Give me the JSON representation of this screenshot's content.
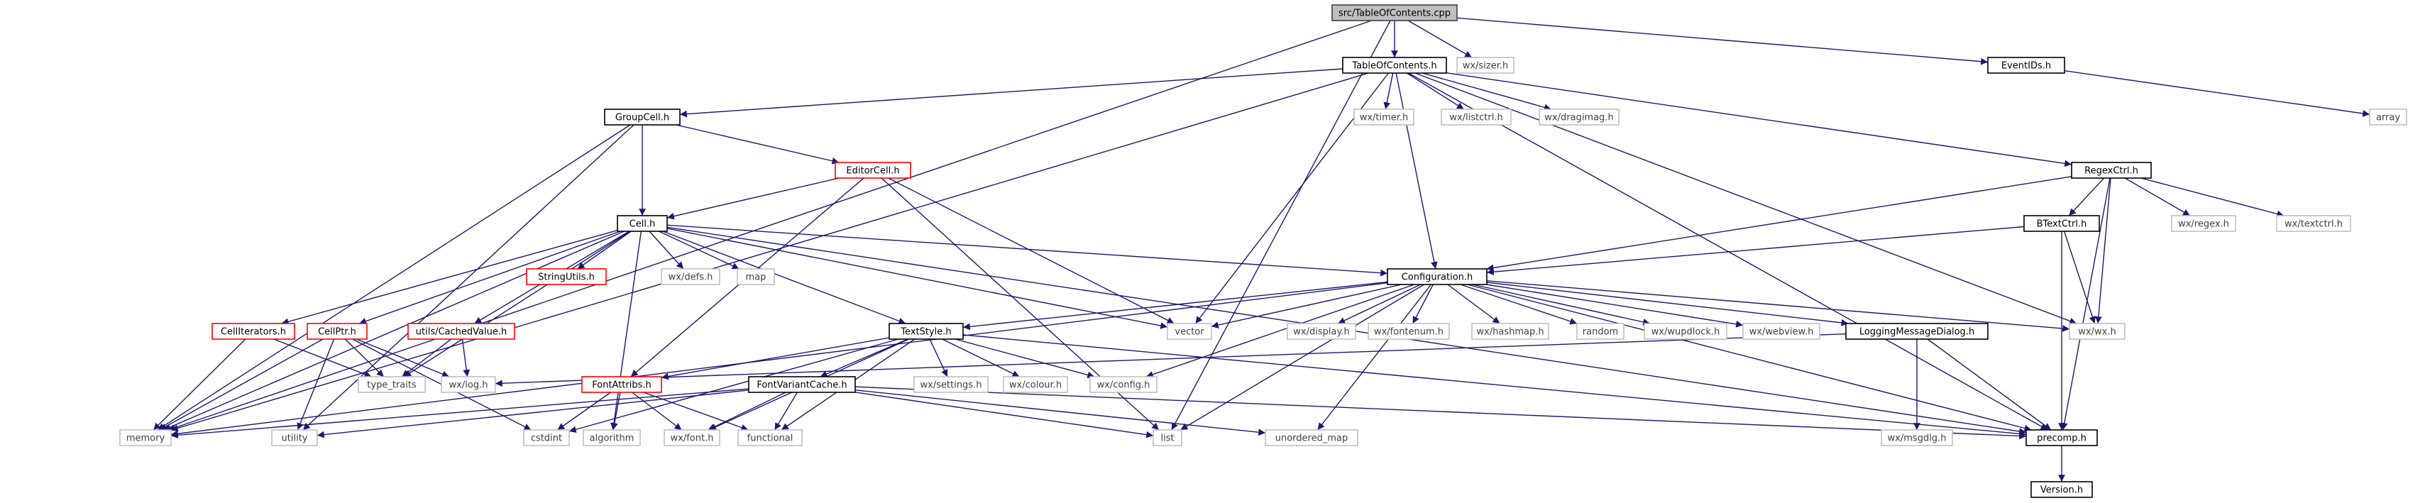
{
  "diagram": {
    "colors": {
      "edge": "#191970",
      "root_fill": "#bfbfbf",
      "root_border": "#404040",
      "documented_border": "#000000",
      "system_border": "#bfbfbf",
      "undocumented_border": "#ff0000",
      "system_text": "#404040"
    },
    "nodes": [
      {
        "id": "root",
        "label": "src/TableOfContents.cpp",
        "kind": "root"
      },
      {
        "id": "memory",
        "label": "memory",
        "kind": "system"
      },
      {
        "id": "list",
        "label": "list",
        "kind": "system"
      },
      {
        "id": "wxsizer",
        "label": "wx/sizer.h",
        "kind": "system"
      },
      {
        "id": "eventids",
        "label": "EventIDs.h",
        "kind": "documented"
      },
      {
        "id": "array",
        "label": "array",
        "kind": "system"
      },
      {
        "id": "toc",
        "label": "TableOfContents.h",
        "kind": "documented"
      },
      {
        "id": "groupcell",
        "label": "GroupCell.h",
        "kind": "documented"
      },
      {
        "id": "wxtimer",
        "label": "wx/timer.h",
        "kind": "system"
      },
      {
        "id": "wxlistctrl",
        "label": "wx/listctrl.h",
        "kind": "system"
      },
      {
        "id": "wxdragimag",
        "label": "wx/dragimag.h",
        "kind": "system"
      },
      {
        "id": "regexctrl",
        "label": "RegexCtrl.h",
        "kind": "documented"
      },
      {
        "id": "editorcell",
        "label": "EditorCell.h",
        "kind": "undocumented"
      },
      {
        "id": "celh",
        "label": "Cell.h",
        "kind": "documented"
      },
      {
        "id": "btextctrl",
        "label": "BTextCtrl.h",
        "kind": "documented"
      },
      {
        "id": "wxregex",
        "label": "wx/regex.h",
        "kind": "system"
      },
      {
        "id": "wxtextctrl",
        "label": "wx/textctrl.h",
        "kind": "system"
      },
      {
        "id": "stringutils",
        "label": "StringUtils.h",
        "kind": "undocumented"
      },
      {
        "id": "wxdefs",
        "label": "wx/defs.h",
        "kind": "system"
      },
      {
        "id": "map",
        "label": "map",
        "kind": "system"
      },
      {
        "id": "configuration",
        "label": "Configuration.h",
        "kind": "documented"
      },
      {
        "id": "celliterators",
        "label": "CellIterators.h",
        "kind": "undocumented"
      },
      {
        "id": "cellptr",
        "label": "CellPtr.h",
        "kind": "undocumented"
      },
      {
        "id": "cachedvalue",
        "label": "utils/CachedValue.h",
        "kind": "undocumented"
      },
      {
        "id": "textstyle",
        "label": "TextStyle.h",
        "kind": "documented"
      },
      {
        "id": "vector",
        "label": "vector",
        "kind": "system"
      },
      {
        "id": "wxdisplay",
        "label": "wx/display.h",
        "kind": "system"
      },
      {
        "id": "wxfontenum",
        "label": "wx/fontenum.h",
        "kind": "system"
      },
      {
        "id": "wxhashmap",
        "label": "wx/hashmap.h",
        "kind": "system"
      },
      {
        "id": "random",
        "label": "random",
        "kind": "system"
      },
      {
        "id": "wxwupdlock",
        "label": "wx/wupdlock.h",
        "kind": "system"
      },
      {
        "id": "wxwebview",
        "label": "wx/webview.h",
        "kind": "system"
      },
      {
        "id": "loggingdlg",
        "label": "LoggingMessageDialog.h",
        "kind": "documented"
      },
      {
        "id": "wxwx",
        "label": "wx/wx.h",
        "kind": "system"
      },
      {
        "id": "typetraits",
        "label": "type_traits",
        "kind": "system"
      },
      {
        "id": "wxlog",
        "label": "wx/log.h",
        "kind": "system"
      },
      {
        "id": "fontattribs",
        "label": "FontAttribs.h",
        "kind": "undocumented"
      },
      {
        "id": "fontvariantcache",
        "label": "FontVariantCache.h",
        "kind": "documented"
      },
      {
        "id": "wxsettings",
        "label": "wx/settings.h",
        "kind": "system"
      },
      {
        "id": "wxcolour",
        "label": "wx/colour.h",
        "kind": "system"
      },
      {
        "id": "wxconfig",
        "label": "wx/config.h",
        "kind": "system"
      },
      {
        "id": "wxmsgdlg",
        "label": "wx/msgdlg.h",
        "kind": "system"
      },
      {
        "id": "utility",
        "label": "utility",
        "kind": "system"
      },
      {
        "id": "cstdint",
        "label": "cstdint",
        "kind": "system"
      },
      {
        "id": "algorithm",
        "label": "algorithm",
        "kind": "system"
      },
      {
        "id": "wxfont",
        "label": "wx/font.h",
        "kind": "system"
      },
      {
        "id": "functional",
        "label": "functional",
        "kind": "system"
      },
      {
        "id": "unorderedmap",
        "label": "unordered_map",
        "kind": "system"
      },
      {
        "id": "precomp",
        "label": "precomp.h",
        "kind": "documented"
      },
      {
        "id": "version",
        "label": "Version.h",
        "kind": "documented"
      }
    ],
    "edges": [
      [
        "root",
        "memory"
      ],
      [
        "root",
        "list"
      ],
      [
        "root",
        "wxsizer"
      ],
      [
        "root",
        "eventids"
      ],
      [
        "root",
        "toc"
      ],
      [
        "eventids",
        "array"
      ],
      [
        "toc",
        "groupcell"
      ],
      [
        "toc",
        "memory"
      ],
      [
        "toc",
        "vector"
      ],
      [
        "toc",
        "configuration"
      ],
      [
        "toc",
        "wxtimer"
      ],
      [
        "toc",
        "wxlistctrl"
      ],
      [
        "toc",
        "wxdragimag"
      ],
      [
        "toc",
        "wxwx"
      ],
      [
        "toc",
        "regexctrl"
      ],
      [
        "toc",
        "precomp"
      ],
      [
        "groupcell",
        "memory"
      ],
      [
        "groupcell",
        "utility"
      ],
      [
        "groupcell",
        "editorcell"
      ],
      [
        "groupcell",
        "celh"
      ],
      [
        "editorcell",
        "celh"
      ],
      [
        "editorcell",
        "fontattribs"
      ],
      [
        "editorcell",
        "vector"
      ],
      [
        "editorcell",
        "list"
      ],
      [
        "celh",
        "memory"
      ],
      [
        "celh",
        "algorithm"
      ],
      [
        "celh",
        "celliterators"
      ],
      [
        "celh",
        "cellptr"
      ],
      [
        "celh",
        "cachedvalue"
      ],
      [
        "celh",
        "typetraits"
      ],
      [
        "celh",
        "stringutils"
      ],
      [
        "celh",
        "wxdefs"
      ],
      [
        "celh",
        "map"
      ],
      [
        "celh",
        "textstyle"
      ],
      [
        "celh",
        "vector"
      ],
      [
        "celh",
        "configuration"
      ],
      [
        "celh",
        "precomp"
      ],
      [
        "regexctrl",
        "configuration"
      ],
      [
        "regexctrl",
        "btextctrl"
      ],
      [
        "regexctrl",
        "wxwx"
      ],
      [
        "regexctrl",
        "wxregex"
      ],
      [
        "regexctrl",
        "wxtextctrl"
      ],
      [
        "regexctrl",
        "precomp"
      ],
      [
        "btextctrl",
        "configuration"
      ],
      [
        "btextctrl",
        "wxwx"
      ],
      [
        "btextctrl",
        "precomp"
      ],
      [
        "configuration",
        "memory"
      ],
      [
        "configuration",
        "textstyle"
      ],
      [
        "configuration",
        "vector"
      ],
      [
        "configuration",
        "wxdisplay"
      ],
      [
        "configuration",
        "wxfontenum"
      ],
      [
        "configuration",
        "wxhashmap"
      ],
      [
        "configuration",
        "random"
      ],
      [
        "configuration",
        "wxwupdlock"
      ],
      [
        "configuration",
        "wxwebview"
      ],
      [
        "configuration",
        "loggingdlg"
      ],
      [
        "configuration",
        "wxwx"
      ],
      [
        "configuration",
        "wxconfig"
      ],
      [
        "configuration",
        "list"
      ],
      [
        "configuration",
        "unorderedmap"
      ],
      [
        "configuration",
        "precomp"
      ],
      [
        "celliterators",
        "memory"
      ],
      [
        "celliterators",
        "typetraits"
      ],
      [
        "cellptr",
        "memory"
      ],
      [
        "cellptr",
        "typetraits"
      ],
      [
        "cellptr",
        "utility"
      ],
      [
        "cellptr",
        "cstdint"
      ],
      [
        "cellptr",
        "wxlog"
      ],
      [
        "cachedvalue",
        "typetraits"
      ],
      [
        "cachedvalue",
        "wxlog"
      ],
      [
        "textstyle",
        "fontattribs"
      ],
      [
        "textstyle",
        "fontvariantcache"
      ],
      [
        "textstyle",
        "wxsettings"
      ],
      [
        "textstyle",
        "wxcolour"
      ],
      [
        "textstyle",
        "wxconfig"
      ],
      [
        "textstyle",
        "wxfont"
      ],
      [
        "textstyle",
        "functional"
      ],
      [
        "textstyle",
        "cstdint"
      ],
      [
        "textstyle",
        "precomp"
      ],
      [
        "fontattribs",
        "cstdint"
      ],
      [
        "fontattribs",
        "algorithm"
      ],
      [
        "fontattribs",
        "wxfont"
      ],
      [
        "fontattribs",
        "functional"
      ],
      [
        "fontvariantcache",
        "memory"
      ],
      [
        "fontvariantcache",
        "utility"
      ],
      [
        "fontvariantcache",
        "wxfont"
      ],
      [
        "fontvariantcache",
        "functional"
      ],
      [
        "fontvariantcache",
        "list"
      ],
      [
        "fontvariantcache",
        "unorderedmap"
      ],
      [
        "fontvariantcache",
        "precomp"
      ],
      [
        "loggingdlg",
        "wxlog"
      ],
      [
        "loggingdlg",
        "wxmsgdlg"
      ],
      [
        "loggingdlg",
        "precomp"
      ],
      [
        "precomp",
        "version"
      ]
    ]
  }
}
